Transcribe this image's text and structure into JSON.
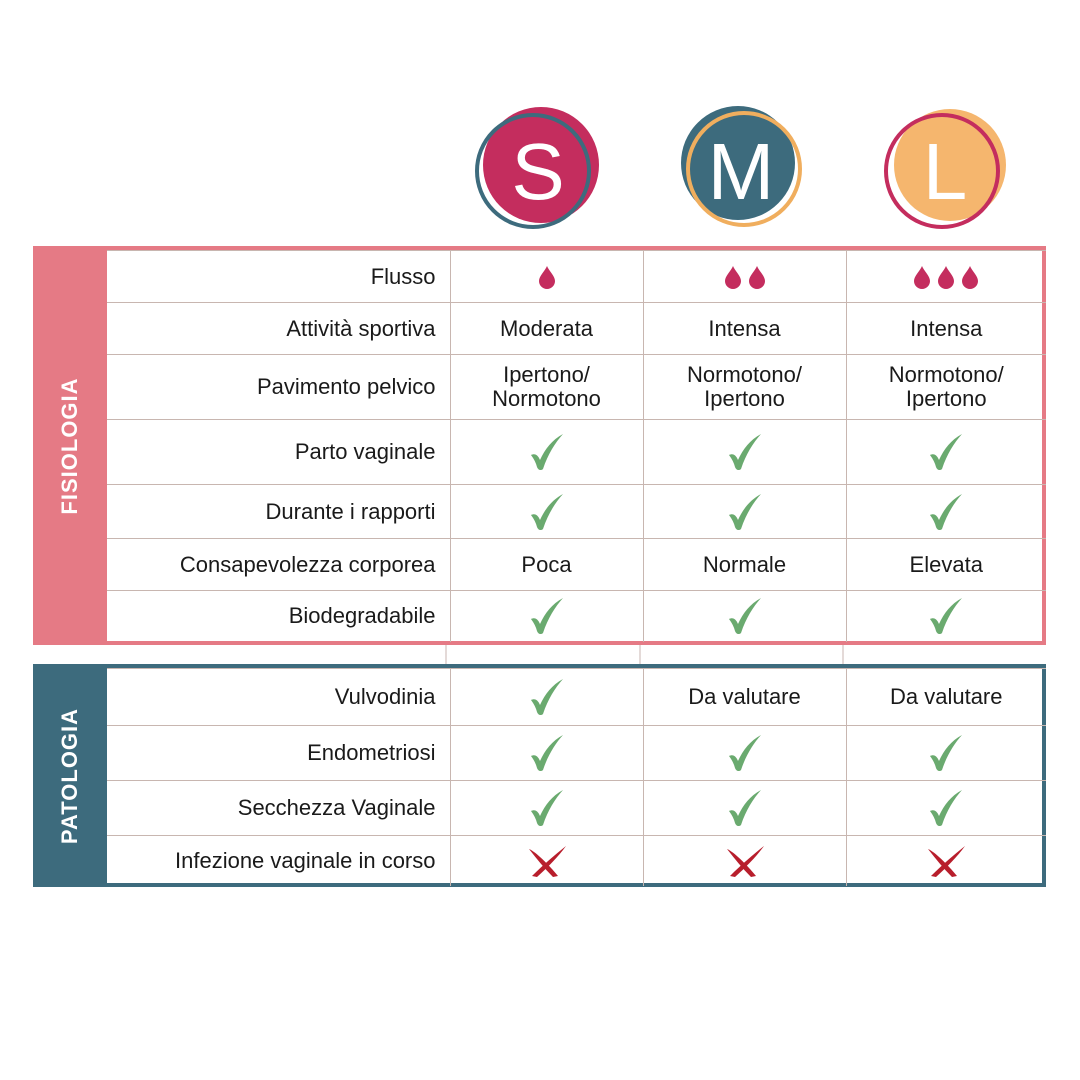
{
  "sizes": [
    {
      "letter": "S",
      "fill": "#c42d5e",
      "ring": "#3d6b7d"
    },
    {
      "letter": "M",
      "fill": "#3d6b7d",
      "ring": "#f0ae5e"
    },
    {
      "letter": "L",
      "fill": "#f5b66e",
      "ring": "#c42d5e"
    }
  ],
  "colors": {
    "fisiologia": "#e57a85",
    "patologia": "#3d6b7d",
    "drop": "#c42d5e",
    "check": "#6aaa6f",
    "cross": "#b81e2c"
  },
  "fisiologia": {
    "title": "FISIOLOGIA",
    "rows": [
      {
        "label": "Flusso",
        "cells": [
          {
            "drops": 1
          },
          {
            "drops": 2
          },
          {
            "drops": 3
          }
        ]
      },
      {
        "label": "Attività sportiva",
        "cells": [
          {
            "text": "Moderata"
          },
          {
            "text": "Intensa"
          },
          {
            "text": "Intensa"
          }
        ]
      },
      {
        "label": "Pavimento pelvico",
        "cells": [
          {
            "text": "Ipertono/\nNormotono"
          },
          {
            "text": "Normotono/\nIpertono"
          },
          {
            "text": "Normotono/\nIpertono"
          }
        ]
      },
      {
        "label": "Parto vaginale",
        "cells": [
          {
            "icon": "check"
          },
          {
            "icon": "check"
          },
          {
            "icon": "check"
          }
        ]
      },
      {
        "label": "Durante i rapporti",
        "cells": [
          {
            "icon": "check"
          },
          {
            "icon": "check"
          },
          {
            "icon": "check"
          }
        ]
      },
      {
        "label": "Consapevolezza corporea",
        "cells": [
          {
            "text": "Poca"
          },
          {
            "text": "Normale"
          },
          {
            "text": "Elevata"
          }
        ]
      },
      {
        "label": "Biodegradabile",
        "cells": [
          {
            "icon": "check"
          },
          {
            "icon": "check"
          },
          {
            "icon": "check"
          }
        ]
      }
    ]
  },
  "patologia": {
    "title": "PATOLOGIA",
    "rows": [
      {
        "label": "Vulvodinia",
        "cells": [
          {
            "icon": "check"
          },
          {
            "text": "Da valutare"
          },
          {
            "text": "Da valutare"
          }
        ]
      },
      {
        "label": "Endometriosi",
        "cells": [
          {
            "icon": "check"
          },
          {
            "icon": "check"
          },
          {
            "icon": "check"
          }
        ]
      },
      {
        "label": "Secchezza Vaginale",
        "cells": [
          {
            "icon": "check"
          },
          {
            "icon": "check"
          },
          {
            "icon": "check"
          }
        ]
      },
      {
        "label": "Infezione vaginale in corso",
        "cells": [
          {
            "icon": "cross"
          },
          {
            "icon": "cross"
          },
          {
            "icon": "cross"
          }
        ]
      }
    ]
  }
}
